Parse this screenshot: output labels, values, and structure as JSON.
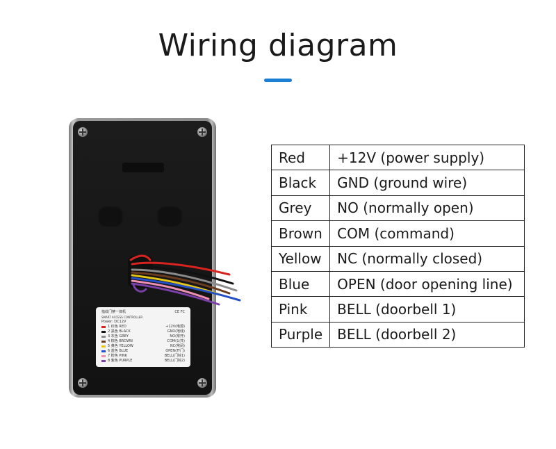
{
  "title": "Wiring diagram",
  "accent_color": "#1c7fd6",
  "wiring": [
    {
      "color": "Red",
      "function": "+12V (power supply)"
    },
    {
      "color": "Black",
      "function": "GND (ground wire)"
    },
    {
      "color": "Grey",
      "function": "NO (normally open)"
    },
    {
      "color": "Brown",
      "function": "COM (command)"
    },
    {
      "color": "Yellow",
      "function": "NC (normally closed)"
    },
    {
      "color": "Blue",
      "function": "OPEN (door opening line)"
    },
    {
      "color": "Pink",
      "function": "BELL (doorbell 1)"
    },
    {
      "color": "Purple",
      "function": "BELL (doorbell 2)"
    }
  ],
  "device_label": {
    "heading": "指纹门禁一体机",
    "subheading": "SMART ACCESS CONTROLLER",
    "power": "Power: DC12V",
    "cert": "CE FC",
    "rows": [
      {
        "wire": "1 红色 RED",
        "pin": "+12V(电源)",
        "swatch": "#d8231f"
      },
      {
        "wire": "2 黑色 BLACK",
        "pin": "GND(地线)",
        "swatch": "#111111"
      },
      {
        "wire": "3 灰色 GREY",
        "pin": "NO(常开)",
        "swatch": "#8a8a8a"
      },
      {
        "wire": "4 棕色 BROWN",
        "pin": "COM(公共)",
        "swatch": "#6b3b1e"
      },
      {
        "wire": "5 黄色 YELLOW",
        "pin": "NC(常闭)",
        "swatch": "#e6c619"
      },
      {
        "wire": "6 蓝色 BLUE",
        "pin": "OPEN(开门)",
        "swatch": "#2350c8"
      },
      {
        "wire": "7 粉色 PINK",
        "pin": "BELL(门铃1)",
        "swatch": "#ee8fb4"
      },
      {
        "wire": "8 紫色 PURPLE",
        "pin": "BELL(门铃2)",
        "swatch": "#7a3fa8"
      }
    ]
  }
}
